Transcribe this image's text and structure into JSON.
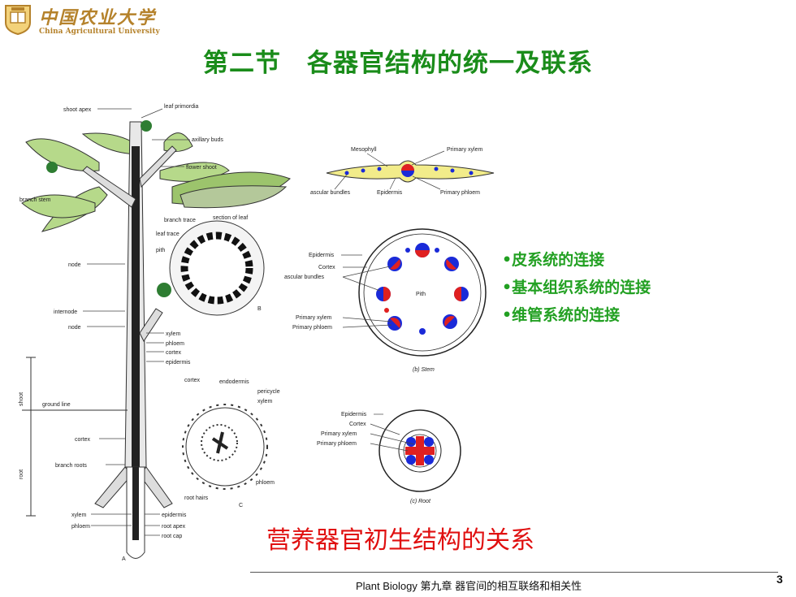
{
  "header": {
    "logo_cn": "中国农业大学",
    "logo_en": "China Agricultural University"
  },
  "title": "第二节　各器官结构的统一及联系",
  "bullets": [
    "•皮系统的连接",
    "•基本组织系统的连接",
    "•维管系统的连接"
  ],
  "caption": "营养器官初生结构的关系",
  "footer": {
    "text": "Plant  Biology 第九章  器官间的相互联络和相关性",
    "page": "3"
  },
  "plant_labels": {
    "shoot_apex": "shoot apex",
    "leaf_primordia": "leaf primordia",
    "axillary_buds": "axillary buds",
    "flower_shoot": "flower shoot",
    "branch_stem": "branch stem",
    "branch_trace": "branch trace",
    "section_of_leaf": "section of leaf",
    "leaf_trace": "leaf trace",
    "pith": "pith",
    "node": "node",
    "internode": "internode",
    "node2": "node",
    "xylem": "xylem",
    "phloem": "phloem",
    "cortex": "cortex",
    "epidermis": "epidermis",
    "b": "B",
    "shoot": "shoot",
    "root": "root",
    "ground_line": "ground line",
    "cortex2": "cortex",
    "endodermis": "endodermis",
    "pericycle": "pericycle",
    "xylem2": "xylem",
    "cortex3": "cortex",
    "branch_roots": "branch roots",
    "phloem2": "phloem",
    "root_hairs": "root hairs",
    "c": "C",
    "xylem3": "xylem",
    "epidermis2": "epidermis",
    "phloem3": "phloem",
    "root_apex": "root apex",
    "root_cap": "root cap",
    "a": "A"
  },
  "leaf_labels": {
    "mesophyll": "Mesophyll",
    "primary_xylem": "Primary xylem",
    "vascular_bundles": "ascular bundles",
    "epidermis": "Epidermis",
    "primary_phloem": "Primary phloem"
  },
  "stem_labels": {
    "epidermis": "Epidermis",
    "cortex": "Cortex",
    "vascular_bundles": "ascular bundles",
    "pith": "Pith",
    "primary_xylem": "Primary xylem",
    "primary_phloem": "Primary phloem",
    "caption": "(b) Stem"
  },
  "root_labels": {
    "epidermis": "Epidermis",
    "cortex": "Cortex",
    "primary_xylem": "Primary xylem",
    "primary_phloem": "Primary phloem",
    "caption": "(c) Root"
  },
  "colors": {
    "title": "#1a8c1a",
    "bullets": "#22a022",
    "caption": "#e01010",
    "xylem": "#e02020",
    "phloem": "#1a2ad8"
  }
}
